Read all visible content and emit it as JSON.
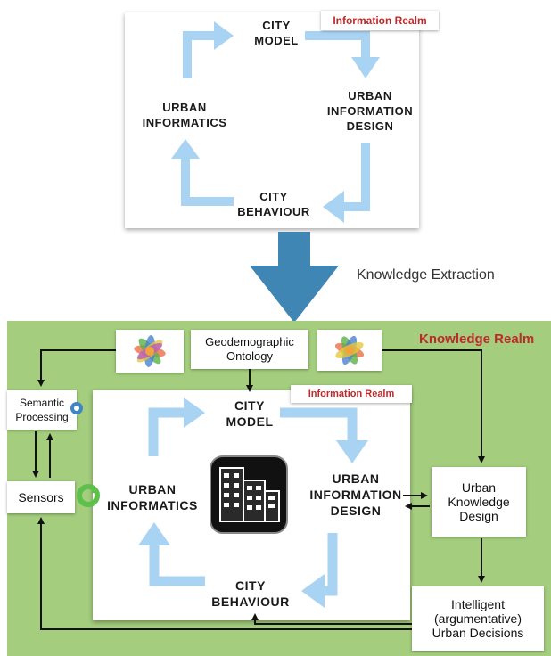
{
  "top": {
    "realm_tag": "Information Realm",
    "city_model": [
      "CITY",
      "MODEL"
    ],
    "urban_info_design": [
      "URBAN",
      "INFORMATION",
      "DESIGN"
    ],
    "city_behaviour": [
      "CITY",
      "BEHAVIOUR"
    ],
    "urban_informatics": [
      "URBAN",
      "INFORMATICS"
    ]
  },
  "knowledge_extraction": "Knowledge Extraction",
  "bottom": {
    "knowledge_realm": "Knowledge Realm",
    "info_realm_tag": "Information Realm",
    "geodemographic": [
      "Geodemographic",
      "Ontology"
    ],
    "semantic": [
      "Semantic",
      "Processing"
    ],
    "sensors": "Sensors",
    "urban_knowledge": [
      "Urban",
      "Knowledge",
      "Design"
    ],
    "decisions": [
      "Intelligent",
      "(argumentative)",
      "Urban Decisions"
    ],
    "city_model": [
      "CITY",
      "MODEL"
    ],
    "urban_info_design": [
      "URBAN",
      "INFORMATION",
      "DESIGN"
    ],
    "city_behaviour": [
      "CITY",
      "BEHAVIOUR"
    ],
    "urban_informatics": [
      "URBAN",
      "INFORMATICS"
    ]
  },
  "colors": {
    "cycle_arrow": "#a9d3f2",
    "big_arrow": "#3f86b5",
    "green_panel": "#a4cd7e",
    "realm_red": "#c0282a"
  },
  "icons": [
    "ontology-flower-icon",
    "building-icon",
    "refresh-icon",
    "gear-icon"
  ]
}
